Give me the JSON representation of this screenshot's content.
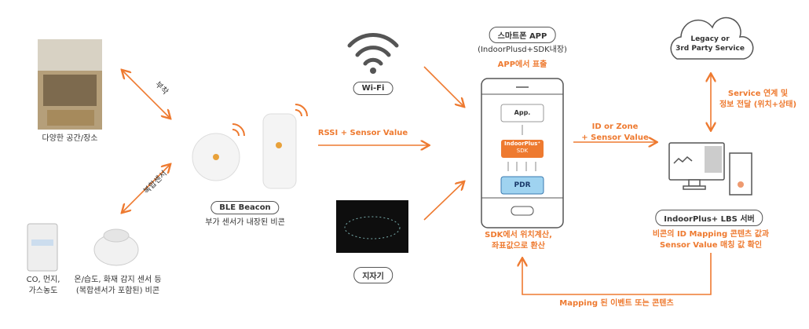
{
  "place": {
    "label": "다양한 공간/장소"
  },
  "attach_label": "부착",
  "sensor_label": "복합센서",
  "sensor_devices": {
    "left_label": "CO, 먼지,\n가스농도",
    "right_label": "온/습도, 화재 감지 센서 등\n(복합센서가 포함된) 비콘"
  },
  "beacon": {
    "pill": "BLE Beacon",
    "desc": "부가 센서가 내장된 비콘"
  },
  "wifi": {
    "pill": "Wi-Fi"
  },
  "magnetic": {
    "pill": "지자기"
  },
  "rssi_label": "RSSI + Sensor Value",
  "phone": {
    "pill": "스마트폰 APP",
    "sub": "(IndoorPlusd+SDK내장)",
    "display": "APP에서 표출",
    "app_box": "App.",
    "sdk_brand": "IndoorPlus⁺",
    "sdk_label": "SDK",
    "pdr": "PDR",
    "bottom": "SDK에서 위치계산,\n좌표값으로 환산"
  },
  "id_zone_label": "ID or Zone\n+ Sensor Value",
  "cloud": {
    "label": "Legacy or\n3rd Party Service"
  },
  "service_label": "Service 연계 및\n정보 전달 (위치+상태)",
  "server": {
    "pill": "IndoorPlus+ LBS 서버",
    "desc": "비콘의 ID Mapping 콘텐츠 값과\nSensor Value 매칭 값 확인"
  },
  "mapping_label": "Mapping 된 이벤트 또는 콘텐츠",
  "colors": {
    "accent": "#ee7a30",
    "pdr": "#9fd3f0"
  }
}
